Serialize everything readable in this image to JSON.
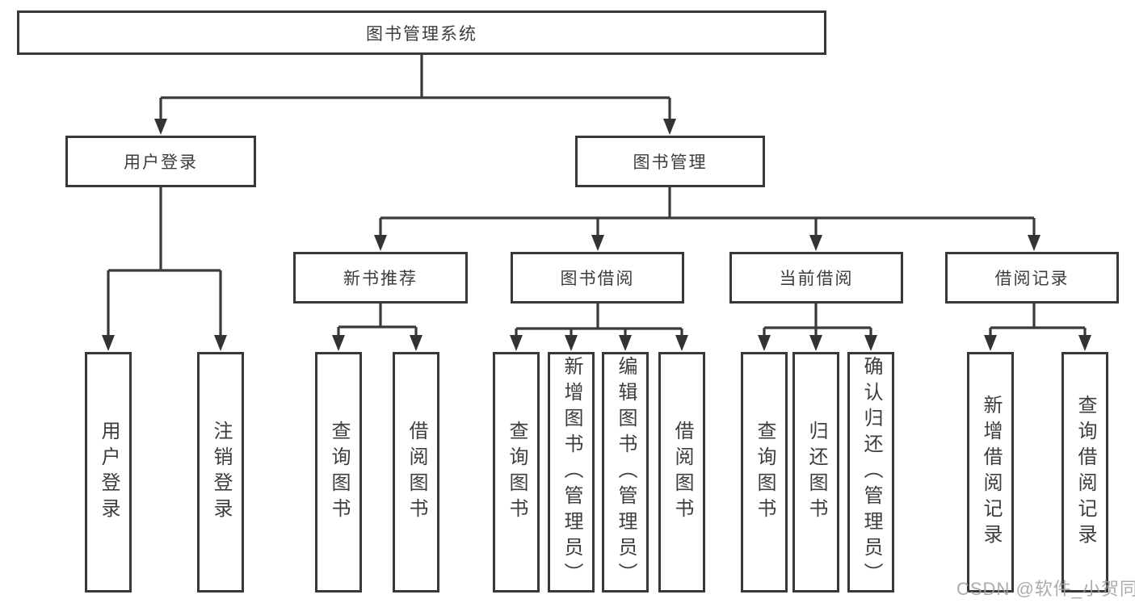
{
  "watermark": "CSDN @软件_小贺同学",
  "colors": {
    "line": "#3a3a3a",
    "box_border": "#383838",
    "text": "#3d3d3d",
    "watermark_text": "#9e9e9e",
    "background": "#ffffff"
  },
  "tree": {
    "root": {
      "label": "图书管理系统",
      "children": [
        {
          "label": "用户登录",
          "children": [
            {
              "label": "用户登录"
            },
            {
              "label": "注销登录"
            }
          ]
        },
        {
          "label": "图书管理",
          "children": [
            {
              "label": "新书推荐",
              "children": [
                {
                  "label": "查询图书"
                },
                {
                  "label": "借阅图书"
                }
              ]
            },
            {
              "label": "图书借阅",
              "children": [
                {
                  "label": "查询图书"
                },
                {
                  "label": "新增图书（管理员）"
                },
                {
                  "label": "编辑图书（管理员）"
                },
                {
                  "label": "借阅图书"
                }
              ]
            },
            {
              "label": "当前借阅",
              "children": [
                {
                  "label": "查询图书"
                },
                {
                  "label": "归还图书"
                },
                {
                  "label": "确认归还（管理员）"
                }
              ]
            },
            {
              "label": "借阅记录",
              "children": [
                {
                  "label": "新增借阅记录"
                },
                {
                  "label": "查询借阅记录"
                }
              ]
            }
          ]
        }
      ]
    }
  }
}
